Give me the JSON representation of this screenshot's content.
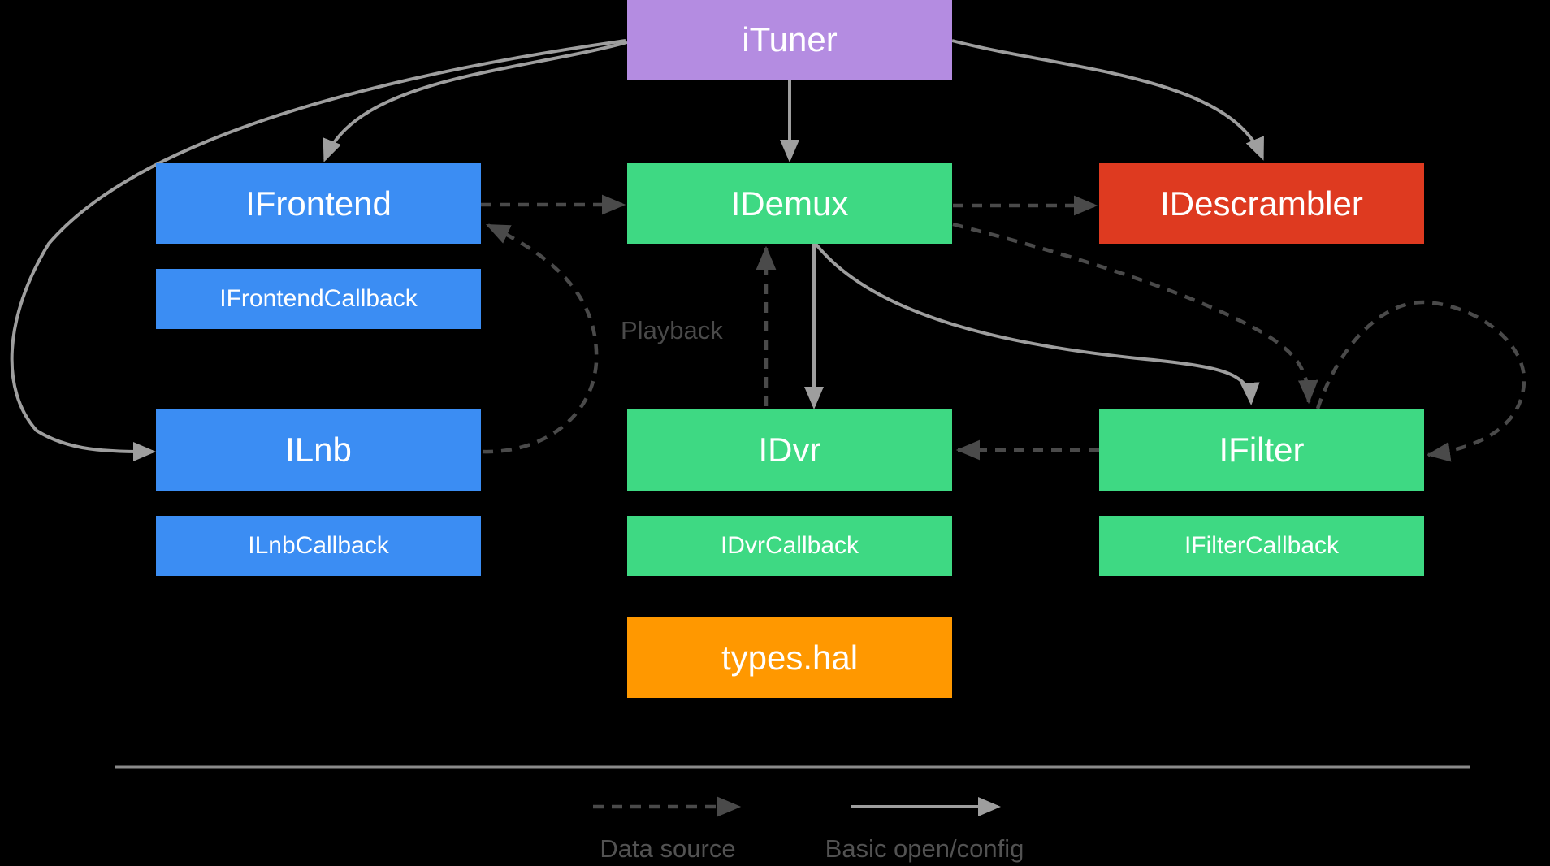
{
  "diagram": {
    "boxes": {
      "ituner": "iTuner",
      "ifrontend": "IFrontend",
      "ifrontend_callback": "IFrontendCallback",
      "ilnb": "ILnb",
      "ilnb_callback": "ILnbCallback",
      "idemux": "IDemux",
      "idvr": "IDvr",
      "idvr_callback": "IDvrCallback",
      "types_hal": "types.hal",
      "idescrambler": "IDescrambler",
      "ifilter": "IFilter",
      "ifilter_callback": "IFilterCallback"
    },
    "annotations": {
      "playback": "Playback"
    },
    "legend": {
      "data_source": "Data source",
      "basic_open_config": "Basic open/config"
    },
    "colors": {
      "purple": "#b48ce1",
      "blue": "#3b8df3",
      "green": "#3ed983",
      "red": "#de3a20",
      "orange": "#ff9800",
      "solid_arrow": "#9e9e9e",
      "dashed_arrow": "#4a4a4a",
      "separator": "#8a8a8a",
      "label_text": "#4a4a4a",
      "background": "#000000",
      "box_text": "#ffffff"
    },
    "edges": [
      {
        "from": "iTuner",
        "to": "IFrontend",
        "style": "solid"
      },
      {
        "from": "iTuner",
        "to": "IDemux",
        "style": "solid"
      },
      {
        "from": "iTuner",
        "to": "IDescrambler",
        "style": "solid"
      },
      {
        "from": "iTuner",
        "to": "ILnb",
        "style": "solid"
      },
      {
        "from": "IDemux",
        "to": "IDvr",
        "style": "solid"
      },
      {
        "from": "IDemux",
        "to": "IFilter",
        "style": "solid"
      },
      {
        "from": "IFrontend",
        "to": "IDemux",
        "style": "dashed"
      },
      {
        "from": "IDemux",
        "to": "IDescrambler",
        "style": "dashed"
      },
      {
        "from": "IDemux",
        "to": "IFilter",
        "style": "dashed"
      },
      {
        "from": "IFilter",
        "to": "IFilter",
        "style": "dashed"
      },
      {
        "from": "IFilter",
        "to": "IDvr",
        "style": "dashed"
      },
      {
        "from": "IDvr",
        "to": "IDemux",
        "style": "dashed",
        "label": "Playback"
      },
      {
        "from": "ILnb",
        "to": "IFrontend",
        "style": "dashed"
      }
    ]
  }
}
